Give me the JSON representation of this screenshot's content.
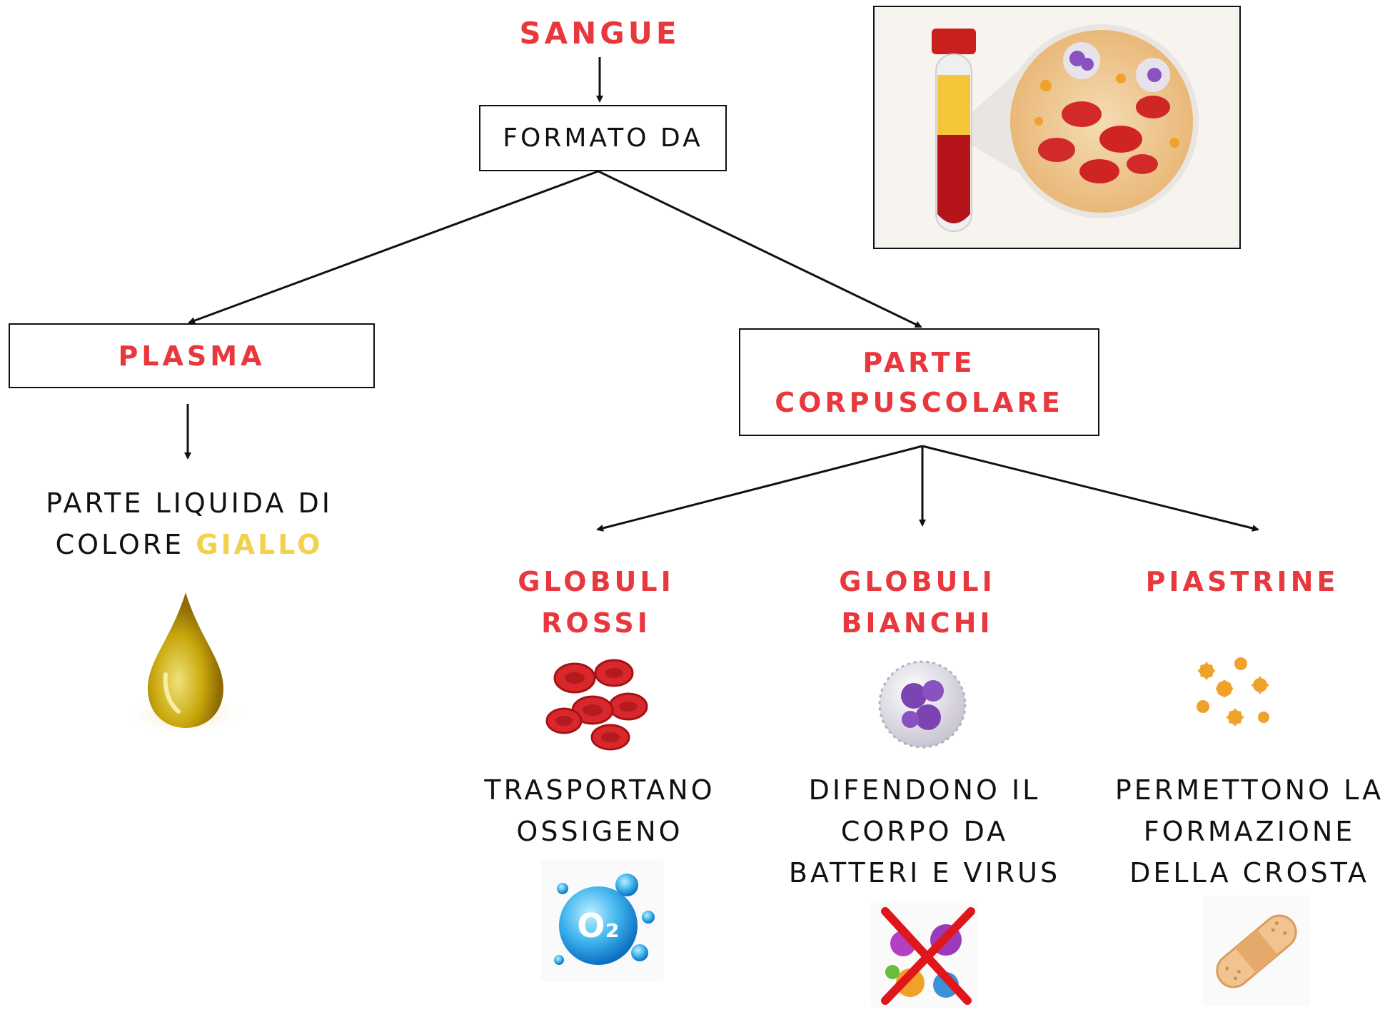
{
  "root": {
    "title": "SANGUE"
  },
  "connector": {
    "label": "FORMATO DA"
  },
  "plasma": {
    "title": "PLASMA",
    "description_line1": "PARTE LIQUIDA DI",
    "description_line2_prefix": "COLORE ",
    "description_line2_highlight": "GIALLO"
  },
  "corpuscular": {
    "title_line1": "PARTE",
    "title_line2": "CORPUSCOLARE"
  },
  "components": [
    {
      "title_line1": "GLOBULI",
      "title_line2": "ROSSI",
      "desc_lines": [
        "TRASPORTANO",
        "OSSIGENO"
      ],
      "icon": "red-blood-cells-icon",
      "sub_icon": "oxygen-molecule-icon"
    },
    {
      "title_line1": "GLOBULI",
      "title_line2": "BIANCHI",
      "desc_lines": [
        "DIFENDONO IL",
        "CORPO DA",
        "BATTERI E VIRUS"
      ],
      "icon": "white-blood-cell-icon",
      "sub_icon": "no-germs-icon"
    },
    {
      "title_line1": "PIASTRINE",
      "title_line2": "",
      "desc_lines": [
        "PERMETTONO LA",
        "FORMAZIONE",
        "DELLA CROSTA"
      ],
      "icon": "platelets-icon",
      "sub_icon": "bandage-icon"
    }
  ],
  "oxygen_label": "O₂",
  "colors": {
    "accent_red": "#e8383d",
    "yellow": "#f2d14b",
    "line": "#111111"
  }
}
